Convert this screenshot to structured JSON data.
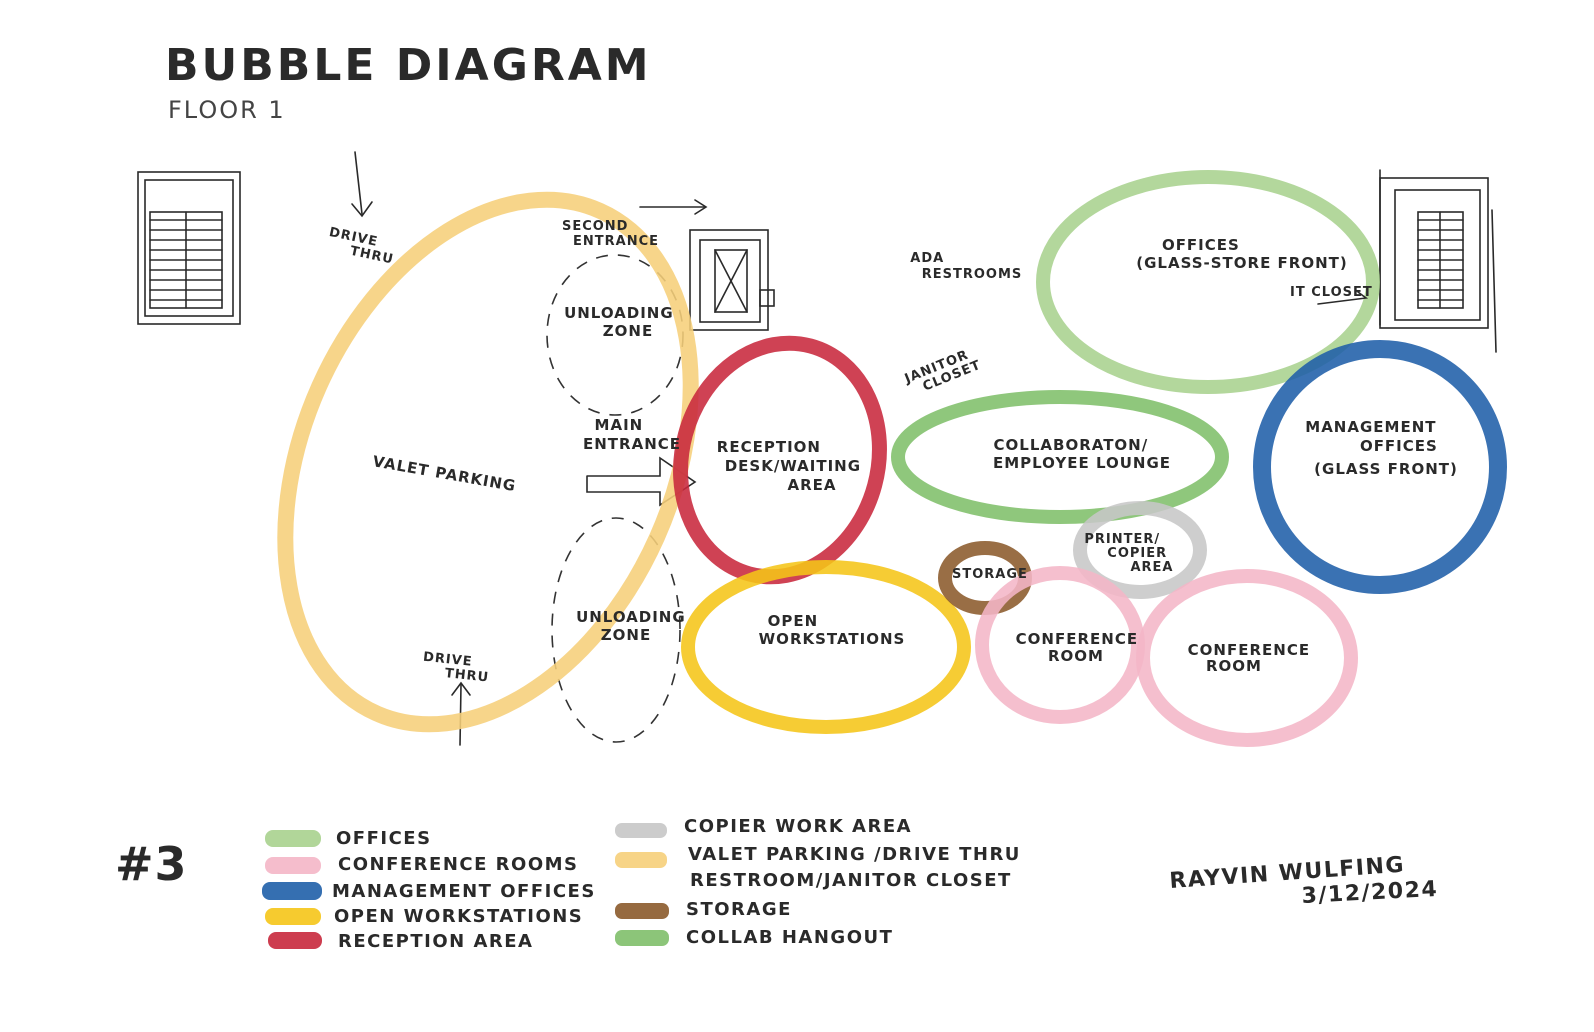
{
  "title": "BUBBLE DIAGRAM",
  "subtitle": "FLOOR 1",
  "sheet_number": "#3",
  "author": "RAYVIN WULFING",
  "date": "3/12/2024",
  "colors": {
    "offices": "#a9d18e",
    "conference": "#f4b6c7",
    "management": "#1f5fa8",
    "workstations": "#f5c518",
    "reception": "#c8283c",
    "copier": "#c7c7c7",
    "valet": "#f6cf7a",
    "storage": "#8b5a2b",
    "collab": "#7fbf6a"
  },
  "bubbles": {
    "valet_parking": "VALET PARKING",
    "unloading_zone_top": [
      "UNLOADING",
      "ZONE"
    ],
    "unloading_zone_bottom": [
      "UNLOADING",
      "ZONE"
    ],
    "reception": [
      "RECEPTION",
      "DESK/WAITING",
      "AREA"
    ],
    "open_workstations": [
      "OPEN",
      "WORKSTATIONS"
    ],
    "storage": "STORAGE",
    "collab": [
      "COLLABORATON/",
      "EMPLOYEE LOUNGE"
    ],
    "printer": [
      "PRINTER/",
      "COPIER",
      "AREA"
    ],
    "conference_1": [
      "CONFERENCE",
      "ROOM"
    ],
    "conference_2": [
      "CONFERENCE",
      "ROOM"
    ],
    "offices": [
      "OFFICES",
      "(GLASS-STORE FRONT)"
    ],
    "management": [
      "MANAGEMENT",
      "OFFICES",
      "(GLASS FRONT)"
    ]
  },
  "annotations": {
    "drive_thru_top": [
      "DRIVE",
      "THRU"
    ],
    "drive_thru_bottom": [
      "DRIVE",
      "THRU"
    ],
    "second_entrance": [
      "SECOND",
      "ENTRANCE"
    ],
    "main_entrance": [
      "MAIN",
      "ENTRANCE"
    ],
    "ada_restrooms": [
      "ADA",
      "RESTROOMS"
    ],
    "janitor_closet": [
      "JANITOR",
      "CLOSET"
    ],
    "it_closet": "IT CLOSET"
  },
  "legend": {
    "left": [
      {
        "label": "OFFICES",
        "color": "#a9d18e"
      },
      {
        "label": "CONFERENCE ROOMS",
        "color": "#f4b6c7"
      },
      {
        "label": "MANAGEMENT OFFICES",
        "color": "#1f5fa8"
      },
      {
        "label": "OPEN WORKSTATIONS",
        "color": "#f5c518"
      },
      {
        "label": "RECEPTION AREA",
        "color": "#c8283c"
      }
    ],
    "right": [
      {
        "label": "COPIER WORK AREA",
        "color": "#c7c7c7"
      },
      {
        "label": "VALET PARKING /DRIVE THRU",
        "color": "#f6cf7a"
      },
      {
        "label": "RESTROOM/JANITOR CLOSET",
        "color": ""
      },
      {
        "label": "STORAGE",
        "color": "#8b5a2b"
      },
      {
        "label": "COLLAB HANGOUT",
        "color": "#7fbf6a"
      }
    ]
  }
}
